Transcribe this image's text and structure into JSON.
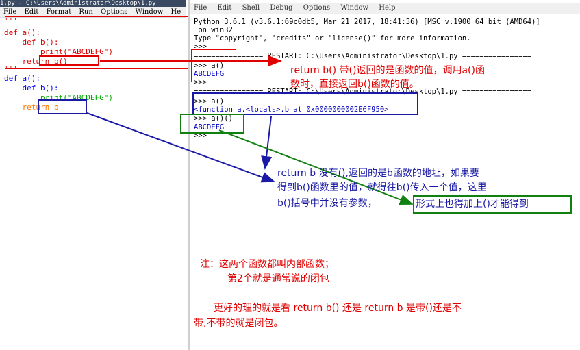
{
  "editor": {
    "title": "1.py - C:\\Users\\Administrator\\Desktop\\1.py",
    "menu": [
      "File",
      "Edit",
      "Format",
      "Run",
      "Options",
      "Window",
      "He"
    ],
    "code1": {
      "top_comment": "'''",
      "l1": "def a():",
      "l2": "    def b():",
      "l3": "        print(\"ABCDEFG\")",
      "l4": "    return b()",
      "l5": "'''"
    },
    "code2": {
      "l1": "def a():",
      "l2": "    def b():",
      "l3": "        print(\"ABCDEFG\")",
      "l4": "    return b"
    }
  },
  "shell": {
    "menu": [
      "File",
      "Edit",
      "Shell",
      "Debug",
      "Options",
      "Window",
      "Help"
    ],
    "lines": [
      "Python 3.6.1 (v3.6.1:69c0db5, Mar 21 2017, 18:41:36) [MSC v.1900 64 bit (AMD64)]",
      " on win32",
      "Type \"copyright\", \"credits\" or \"license()\" for more information.",
      ">>> ",
      "================ RESTART: C:\\Users\\Administrator\\Desktop\\1.py ================",
      ">>> a()",
      "ABCDEFG",
      ">>> ",
      "================ RESTART: C:\\Users\\Administrator\\Desktop\\1.py ================",
      ">>> a()",
      "<function a.<locals>.b at 0x0000000002E6F950>",
      ">>> a()()",
      "ABCDEFG",
      ">>> "
    ]
  },
  "notes": {
    "red1_line1": "return b()  带()返回的是函数的值，调用a()函",
    "red1_line2": "数时，直接返回b()函数的值。",
    "blue_line1": "return b  没有(),返回的是b函数的地址，如果要",
    "blue_line2": "得到b()函数里的值，就得往b()传入一个值，这里",
    "blue_line3a": "b()括号中并没有参数，",
    "blue_line3b": "形式上也得加上()才能得到",
    "red2_line1": "注：这两个函数都叫内部函数；",
    "red2_line2": "第2个就是通常说的闭包",
    "red3_line1": "更好的理的就是看   return b()  还是  return b  是带()还是不",
    "red3_line2": "带,不带的就是闭包。"
  },
  "colors": {
    "red": "#e00000",
    "navy": "#1a1aa6",
    "green": "#108010"
  }
}
